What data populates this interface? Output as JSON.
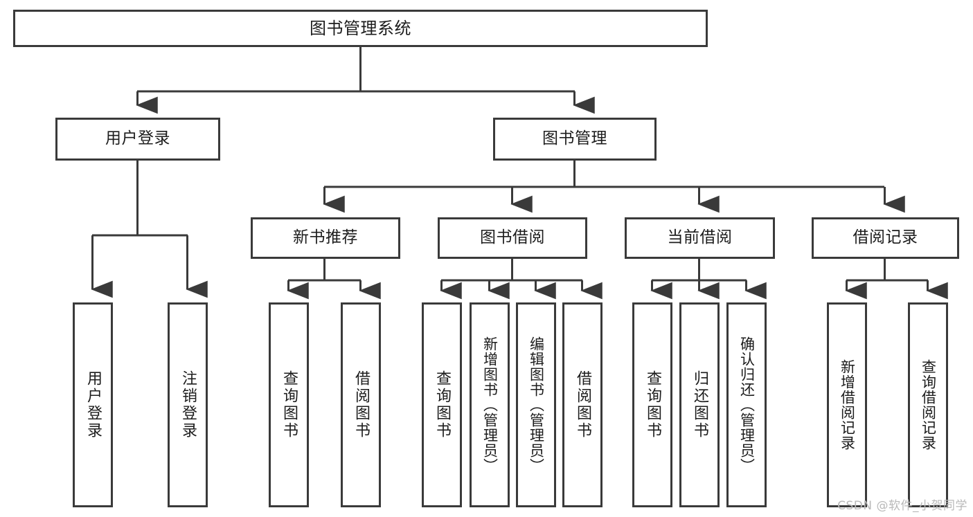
{
  "diagram": {
    "title": "图书管理系统",
    "type": "tree-structure-chart",
    "watermark": "CSDN @软件_小贺同学",
    "colors": {
      "border": "#3a3a3a",
      "background": "#ffffff",
      "text": "#1c1c1c",
      "watermark": "#b9b9b9"
    },
    "nodes": {
      "root": {
        "label": "图书管理系统"
      },
      "level1": [
        {
          "id": "user-login",
          "label": "用户登录"
        },
        {
          "id": "book-manage",
          "label": "图书管理"
        }
      ],
      "level2": [
        {
          "id": "new-book-rec",
          "label": "新书推荐"
        },
        {
          "id": "book-borrow",
          "label": "图书借阅"
        },
        {
          "id": "current-borrow",
          "label": "当前借阅"
        },
        {
          "id": "borrow-record",
          "label": "借阅记录"
        }
      ],
      "leaves": {
        "user-login": [
          {
            "id": "leaf-user-login",
            "label": "用户登录"
          },
          {
            "id": "leaf-logout",
            "label": "注销登录"
          }
        ],
        "new-book-rec": [
          {
            "id": "leaf-query-book-1",
            "label": "查询图书"
          },
          {
            "id": "leaf-borrow-book-1",
            "label": "借阅图书"
          }
        ],
        "book-borrow": [
          {
            "id": "leaf-query-book-2",
            "label": "查询图书"
          },
          {
            "id": "leaf-add-book",
            "label": "新增图书（管理员）"
          },
          {
            "id": "leaf-edit-book",
            "label": "编辑图书（管理员）"
          },
          {
            "id": "leaf-borrow-book-2",
            "label": "借阅图书"
          }
        ],
        "current-borrow": [
          {
            "id": "leaf-query-book-3",
            "label": "查询图书"
          },
          {
            "id": "leaf-return-book",
            "label": "归还图书"
          },
          {
            "id": "leaf-confirm-return",
            "label": "确认归还（管理员）"
          }
        ],
        "borrow-record": [
          {
            "id": "leaf-add-record",
            "label": "新增借阅记录"
          },
          {
            "id": "leaf-query-record",
            "label": "查询借阅记录"
          }
        ]
      }
    }
  }
}
